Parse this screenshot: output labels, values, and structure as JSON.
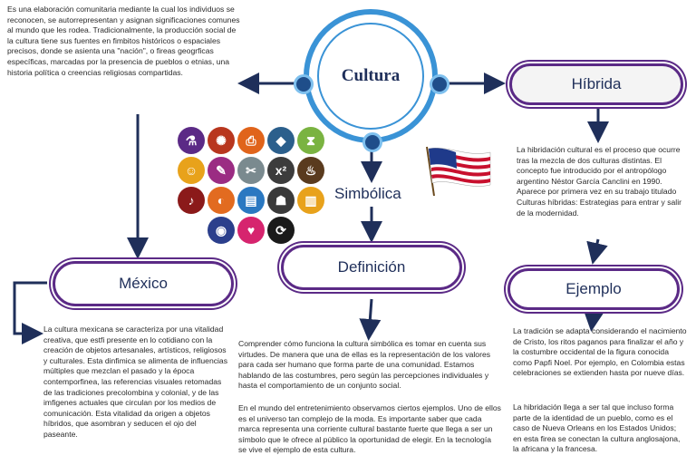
{
  "center": {
    "title": "Cultura"
  },
  "intro_text": "Es una elaboración comunitaria mediante la cual los individuos se reconocen, se autorrepresentan y  asignan significaciones comunes al mundo que les  rodea. Tradicionalmente, la producción social de la  cultura tiene sus fuentes en fimbitos históricos o  espaciales  precisos, donde se asienta una \"nación\",  o fireas geogrficas específicas, marcadas por la  presencia de pueblos o etnias, una historia política o creencias religiosas compartidas.",
  "nodes": {
    "mexico": {
      "label": "México",
      "text": "La cultura mexicana se caracteriza por  una vitalidad creativa, que estfi presente  en lo cotidiano con la creación de objetos artesanales, artísticos, religiosos y  culturales. Esta dinfimica se alimenta de  influencias múltiples que  mezclan  el  pasado y la época contemporfinea, las  referencias visuales retomadas de las  tradiciones precolombina y colonial, y  de  las imfigenes actuales que circulan por los medios de comunicación. Esta vitalidad da  origen a objetos híbridos, que asombran y  seducen el ojo del paseante."
    },
    "simbolica": {
      "label": "Simbólica"
    },
    "definicion": {
      "label": "Definición",
      "text1": "Comprender cómo funciona la cultura simbólica es tomar en  cuenta sus virtudes. De manera que una de ellas es la  representación de los valores para cada  ser  humano  que  forma parte de una comunidad. Estamos hablando de las  costumbres, pero según las percepciones individuales y hasta el comportamiento de un  conjunto social.",
      "text2": "En el mundo del entretenimiento observamos ciertos ejemplos. Uno de ellos es el universo tan complejo de la moda. Es  importante saber que cada marca representa una corriente  cultural bastante fuerte que llega a  ser un  símbolo  que  le  ofrece al público la oportunidad de elegir.  En la tecnología se  vive el ejemplo de esta cultura."
    },
    "hibrida": {
      "label": "Híbrida",
      "text": "La hibridación cultural es el proceso  que ocurre tras  la  mezcla de dos  culturas distintas. El concepto fue  introducido por el antropólogo argentino Néstor García Canclini en 1990. Aparece  por primera vez en su trabajo titulado  Culturas híbridas: Estrategias para  entrar y salir de la modernidad."
    },
    "ejemplo": {
      "label": "Ejemplo",
      "text1": "La tradición se adapta considerando el nacimiento de Cristo, los ritos paganos para finalizar el año y la costumbre  occidental de la figura conocida como  Papfi Noel. Por ejemplo, en Colombia  estas celebraciones se extienden hasta por nueve días.",
      "text2": "La hibridación llega a ser tal que incluso forma parte de la identidad de un pueblo, como es el caso de Nueva Orleans en los Estados Unidos; en esta firea se conectan la cultura anglosajona, la africana y la  francesa."
    }
  },
  "icons": [
    {
      "name": "test-tubes-icon",
      "color": "#5b2a86",
      "glyph": "⚗"
    },
    {
      "name": "cells-icon",
      "color": "#b8361e",
      "glyph": "✺"
    },
    {
      "name": "printer-icon",
      "color": "#e0641b",
      "glyph": "⎙"
    },
    {
      "name": "africa-map-icon",
      "color": "#2b5f8c",
      "glyph": "◆"
    },
    {
      "name": "dna-icon",
      "color": "#7ab341",
      "glyph": "⧗"
    },
    {
      "name": "head-gears-icon",
      "color": "#e8a21b",
      "glyph": "☺"
    },
    {
      "name": "paint-brushes-icon",
      "color": "#9b2c83",
      "glyph": "✎"
    },
    {
      "name": "wrench-icon",
      "color": "#7a8a8f",
      "glyph": "✂"
    },
    {
      "name": "formula-icon",
      "color": "#3c3c3c",
      "glyph": "x²"
    },
    {
      "name": "flame-icon",
      "color": "#5a3b1e",
      "glyph": "♨"
    },
    {
      "name": "music-note-icon",
      "color": "#8b1a1a",
      "glyph": "♪"
    },
    {
      "name": "fish-icon",
      "color": "#e26b20",
      "glyph": "◐"
    },
    {
      "name": "book-icon",
      "color": "#2a78c1",
      "glyph": "▤"
    },
    {
      "name": "bag-icon",
      "color": "#3a3a3a",
      "glyph": "☗"
    },
    {
      "name": "bar-chart-icon",
      "color": "#e8a21b",
      "glyph": "▥"
    },
    {
      "name": "eye-icon",
      "color": "#2b3f8c",
      "glyph": "◉"
    },
    {
      "name": "heart-icon",
      "color": "#d6246e",
      "glyph": "♥"
    },
    {
      "name": "recycle-icon",
      "color": "#1a1a1a",
      "glyph": "⟳"
    }
  ],
  "colors": {
    "pill_border": "#5b2a86",
    "arrow": "#1f2f5a",
    "circle": "#3a93d6"
  }
}
